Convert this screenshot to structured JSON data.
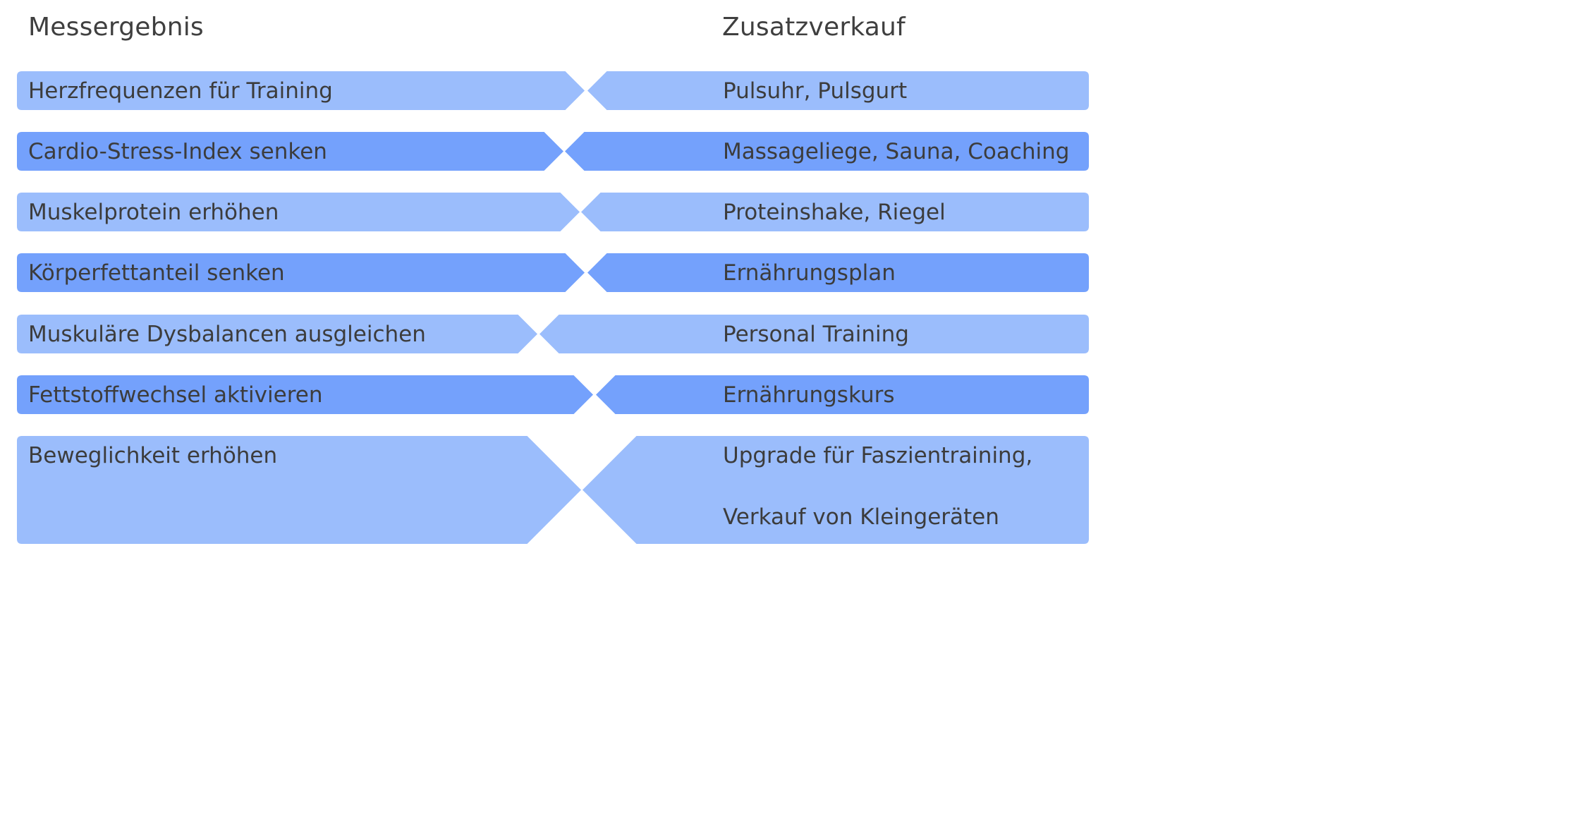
{
  "headers": {
    "left": "Messergebnis",
    "right": "Zusatzverkauf"
  },
  "colors": {
    "light": "#9bbdfc",
    "dark": "#74a1fc",
    "text": "#3c3c3c"
  },
  "rows": [
    {
      "left": "Herzfrequenzen für Training",
      "right": [
        "Pulsuhr, Pulsgurt"
      ],
      "tone": "light"
    },
    {
      "left": "Cardio-Stress-Index senken",
      "right": [
        "Massageliege, Sauna, Coaching"
      ],
      "tone": "dark"
    },
    {
      "left": "Muskelprotein erhöhen",
      "right": [
        "Proteinshake, Riegel"
      ],
      "tone": "light"
    },
    {
      "left": "Körperfettanteil senken",
      "right": [
        "Ernährungsplan"
      ],
      "tone": "dark"
    },
    {
      "left": "Muskuläre Dysbalancen ausgleichen",
      "right": [
        "Personal Training"
      ],
      "tone": "light"
    },
    {
      "left": "Fettstoffwechsel aktivieren",
      "right": [
        "Ernährungskurs"
      ],
      "tone": "dark"
    },
    {
      "left": "Beweglichkeit erhöhen",
      "right": [
        "Upgrade für Faszientraining,",
        "Verkauf von Kleingeräten"
      ],
      "tone": "light"
    }
  ]
}
